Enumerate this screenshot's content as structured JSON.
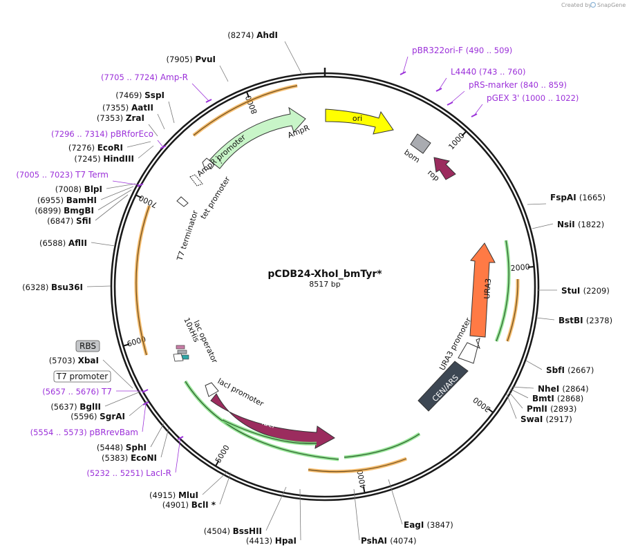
{
  "credit": {
    "prefix": "Created by",
    "brand": "SnapGene"
  },
  "plasmid": {
    "name": "pCDB24-XhoI_bmTyr*",
    "size_label": "8517 bp",
    "length": 8517
  },
  "colors": {
    "primer": "#9b30d9",
    "bg": "#ffffff",
    "ring": "#1a1a1a"
  },
  "ticks": [
    {
      "pos": 1000,
      "label": "1000"
    },
    {
      "pos": 2000,
      "label": "2000"
    },
    {
      "pos": 3000,
      "label": "3000"
    },
    {
      "pos": 4000,
      "label": "4000"
    },
    {
      "pos": 5000,
      "label": "5000"
    },
    {
      "pos": 6000,
      "label": "6000"
    },
    {
      "pos": 7000,
      "label": "7000"
    },
    {
      "pos": 8000,
      "label": "8000"
    }
  ],
  "sites": [
    {
      "name": "AhdI",
      "pos": "(8274)"
    },
    {
      "name": "PvuI",
      "pos": "(7905)"
    },
    {
      "name": "SspI",
      "pos": "(7469)"
    },
    {
      "name": "AatII",
      "pos": "(7355)"
    },
    {
      "name": "ZraI",
      "pos": "(7353)"
    },
    {
      "name": "EcoRI",
      "pos": "(7276)"
    },
    {
      "name": "HindIII",
      "pos": "(7245)"
    },
    {
      "name": "BlpI",
      "pos": "(7008)"
    },
    {
      "name": "BamHI",
      "pos": "(6955)"
    },
    {
      "name": "BmgBI",
      "pos": "(6899)"
    },
    {
      "name": "SfiI",
      "pos": "(6847)"
    },
    {
      "name": "AflII",
      "pos": "(6588)"
    },
    {
      "name": "Bsu36I",
      "pos": "(6328)"
    },
    {
      "name": "XbaI",
      "pos": "(5703)"
    },
    {
      "name": "BglII",
      "pos": "(5637)"
    },
    {
      "name": "SgrAI",
      "pos": "(5596)"
    },
    {
      "name": "SphI",
      "pos": "(5448)"
    },
    {
      "name": "EcoNI",
      "pos": "(5383)"
    },
    {
      "name": "MluI",
      "pos": "(4915)"
    },
    {
      "name": "BclI *",
      "pos": "(4901)"
    },
    {
      "name": "BssHII",
      "pos": "(4504)"
    },
    {
      "name": "HpaI",
      "pos": "(4413)"
    },
    {
      "name": "PshAI",
      "pos": "(4074)"
    },
    {
      "name": "EagI",
      "pos": "(3847)"
    },
    {
      "name": "FspAI",
      "pos": "(1665)"
    },
    {
      "name": "NsiI",
      "pos": "(1822)"
    },
    {
      "name": "StuI",
      "pos": "(2209)"
    },
    {
      "name": "BstBI",
      "pos": "(2378)"
    },
    {
      "name": "SbfI",
      "pos": "(2667)"
    },
    {
      "name": "NheI",
      "pos": "(2864)"
    },
    {
      "name": "BmtI",
      "pos": "(2868)"
    },
    {
      "name": "PmlI",
      "pos": "(2893)"
    },
    {
      "name": "SwaI",
      "pos": "(2917)"
    }
  ],
  "primers": [
    {
      "name": "pBR322ori-F",
      "pos": "(490 .. 509)"
    },
    {
      "name": "L4440",
      "pos": "(743 .. 760)"
    },
    {
      "name": "pRS-marker",
      "pos": "(840 .. 859)"
    },
    {
      "name": "pGEX 3'",
      "pos": "(1000 .. 1022)"
    },
    {
      "name": "Amp-R",
      "pos": "(7705 .. 7724)"
    },
    {
      "name": "pBRforEco",
      "pos": "(7296 .. 7314)"
    },
    {
      "name": "T7 Term",
      "pos": "(7005 .. 7023)"
    },
    {
      "name": "T7",
      "pos": "(5657 .. 5676)"
    },
    {
      "name": "pBRrevBam",
      "pos": "(5554 .. 5573)"
    },
    {
      "name": "LacI-R",
      "pos": "(5232 .. 5251)"
    }
  ],
  "boxed_labels": [
    {
      "name": "RBS"
    },
    {
      "name": "T7 promoter"
    }
  ],
  "features": {
    "ori": "ori",
    "AmpR": "AmpR",
    "AmpR_promoter": "AmpR promoter",
    "tet_promoter": "tet promoter",
    "T7_terminator": "T7 terminator",
    "bom": "bom",
    "rop": "rop",
    "URA3": "URA3",
    "URA3_promoter": "URA3 promoter",
    "CEN_ARS": "CEN/ARS",
    "lacI": "lacI",
    "lacI_promoter": "lacI promoter",
    "lac_operator": "lac operator",
    "his_tag": "10xHis"
  }
}
